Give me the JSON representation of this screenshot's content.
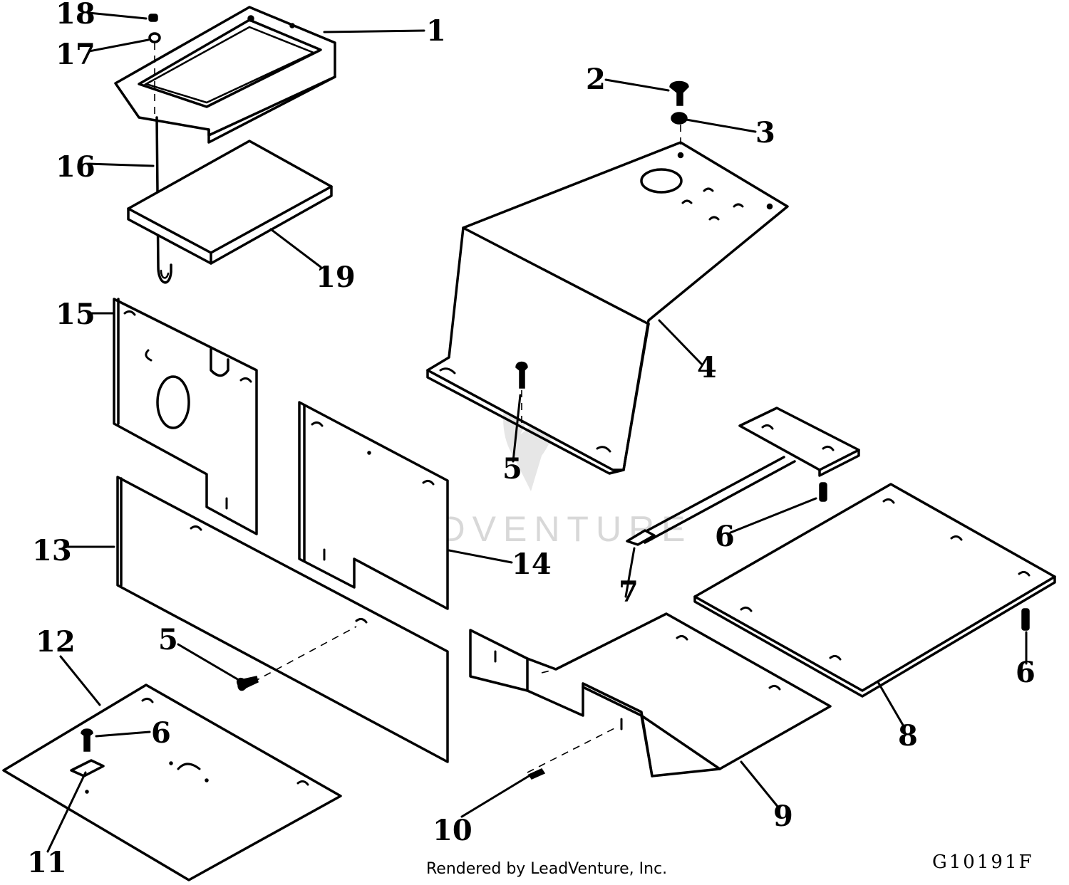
{
  "diagram": {
    "callouts": [
      {
        "id": "c18",
        "text": "18"
      },
      {
        "id": "c17",
        "text": "17"
      },
      {
        "id": "c1",
        "text": "1"
      },
      {
        "id": "c16",
        "text": "16"
      },
      {
        "id": "c19",
        "text": "19"
      },
      {
        "id": "c2",
        "text": "2"
      },
      {
        "id": "c3",
        "text": "3"
      },
      {
        "id": "c4",
        "text": "4"
      },
      {
        "id": "c15",
        "text": "15"
      },
      {
        "id": "c5a",
        "text": "5"
      },
      {
        "id": "c13",
        "text": "13"
      },
      {
        "id": "c14",
        "text": "14"
      },
      {
        "id": "c6a",
        "text": "6"
      },
      {
        "id": "c7",
        "text": "7"
      },
      {
        "id": "c12",
        "text": "12"
      },
      {
        "id": "c5b",
        "text": "5"
      },
      {
        "id": "c6b",
        "text": "6"
      },
      {
        "id": "c6c",
        "text": "6"
      },
      {
        "id": "c8",
        "text": "8"
      },
      {
        "id": "c9",
        "text": "9"
      },
      {
        "id": "c10",
        "text": "10"
      },
      {
        "id": "c11",
        "text": "11"
      }
    ],
    "watermark": "LEADVENTURE",
    "footer": "Rendered by LeadVenture, Inc.",
    "figure_id": "G10191F"
  }
}
